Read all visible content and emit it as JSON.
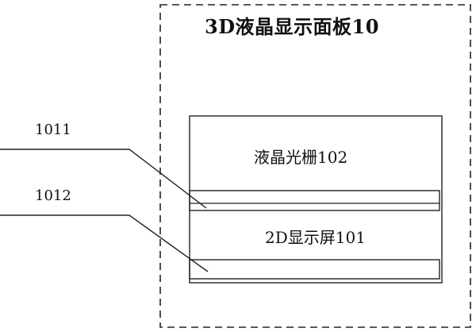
{
  "panel": {
    "title": "3D液晶显示面板10"
  },
  "liquid_crystal_grating": {
    "label": "液晶光栅102"
  },
  "display_2d": {
    "label": "2D显示屏101"
  },
  "reference_labels": {
    "upper": "1011",
    "lower": "1012"
  },
  "colors": {
    "line": "#222222",
    "background": "#ffffff"
  }
}
